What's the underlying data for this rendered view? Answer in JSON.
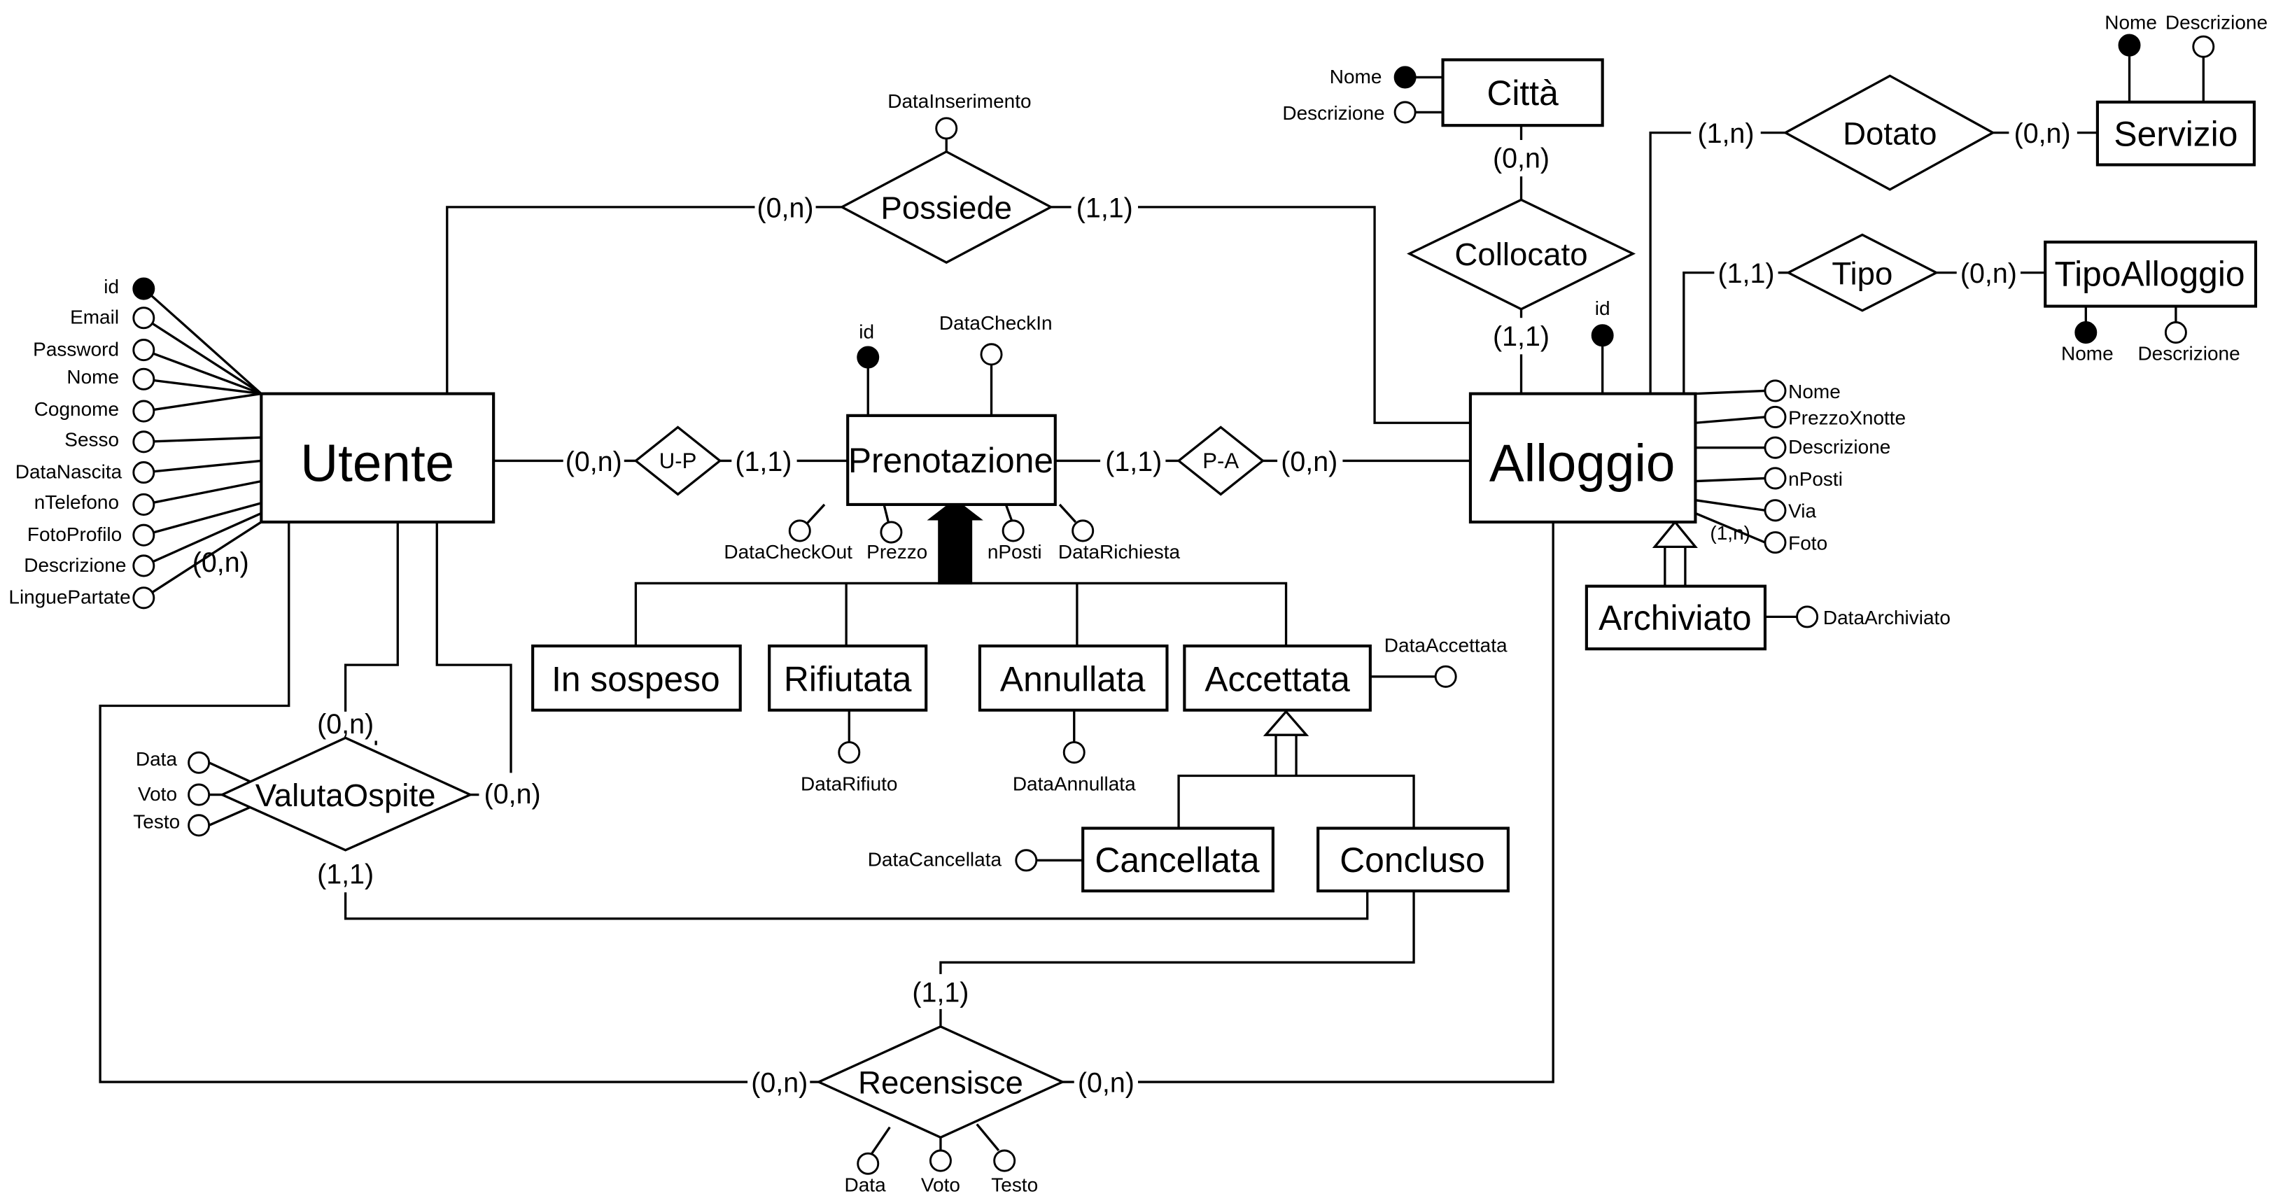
{
  "entities": {
    "utente": "Utente",
    "prenotazione": "Prenotazione",
    "alloggio": "Alloggio",
    "citta": "Città",
    "servizio": "Servizio",
    "tipo_alloggio": "TipoAlloggio",
    "archiviato": "Archiviato",
    "in_sospeso": "In sospeso",
    "rifiutata": "Rifiutata",
    "annullata": "Annullata",
    "accettata": "Accettata",
    "cancellata": "Cancellata",
    "concluso": "Concluso"
  },
  "relationships": {
    "possiede": "Possiede",
    "up": "U-P",
    "pa": "P-A",
    "valuta_ospite": "ValutaOspite",
    "recensisce": "Recensisce",
    "collocato": "Collocato",
    "dotato": "Dotato",
    "tipo": "Tipo"
  },
  "attributes": {
    "utente": [
      "id",
      "Email",
      "Password",
      "Nome",
      "Cognome",
      "Sesso",
      "DataNascita",
      "nTelefono",
      "FotoProfilo",
      "Descrizione",
      "LinguePartate"
    ],
    "utente_multi_card": "(0,n)",
    "prenotazione_top": [
      "id",
      "DataCheckIn"
    ],
    "prenotazione_bottom": [
      "DataCheckOut",
      "Prezzo",
      "nPosti",
      "DataRichiesta"
    ],
    "possiede": "DataInserimento",
    "alloggio_id": "id",
    "alloggio": [
      "Nome",
      "PrezzoXnotte",
      "Descrizione",
      "nPosti",
      "Via",
      "Foto"
    ],
    "alloggio_foto_card": "(1,n)",
    "citta": [
      "Nome",
      "Descrizione"
    ],
    "servizio": [
      "Nome",
      "Descrizione"
    ],
    "tipo_alloggio": [
      "Nome",
      "Descrizione"
    ],
    "archiviato": "DataArchiviato",
    "rifiutata": "DataRifiuto",
    "annullata": "DataAnnullata",
    "accettata": "DataAccettata",
    "cancellata": "DataCancellata",
    "valuta_ospite": [
      "Data",
      "Voto",
      "Testo"
    ],
    "recensisce": [
      "Data",
      "Voto",
      "Testo"
    ]
  },
  "cardinalities": {
    "possiede_utente": "(0,n)",
    "possiede_alloggio": "(1,1)",
    "up_utente": "(0,n)",
    "up_prenotazione": "(1,1)",
    "pa_prenotazione": "(1,1)",
    "pa_alloggio": "(0,n)",
    "collocato_citta": "(0,n)",
    "collocato_alloggio": "(1,1)",
    "dotato_alloggio": "(1,n)",
    "dotato_servizio": "(0,n)",
    "tipo_alloggio": "(1,1)",
    "tipo_tipoalloggio": "(0,n)",
    "valuta_top": "(0,n)",
    "valuta_right": "(0,n)",
    "valuta_bottom": "(1,1)",
    "recensisce_top": "(1,1)",
    "recensisce_left": "(0,n)",
    "recensisce_right": "(0,n)"
  }
}
